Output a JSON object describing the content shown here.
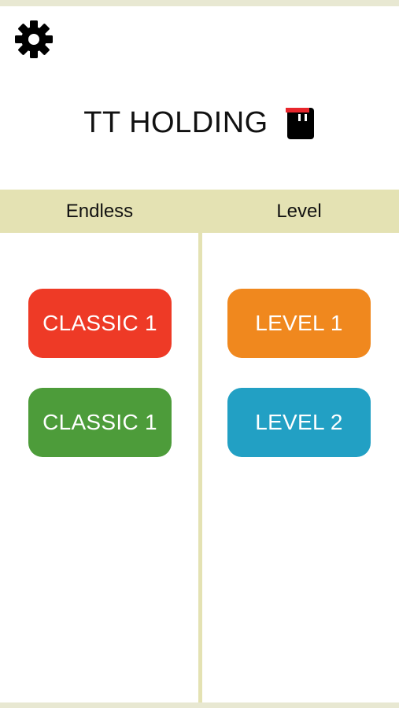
{
  "header": {
    "title": "TT HOLDING",
    "settings_icon": "gear-icon",
    "logo_icon": "black-tile-logo-icon"
  },
  "tabs": [
    {
      "label": "Endless"
    },
    {
      "label": "Level"
    }
  ],
  "endless": {
    "buttons": [
      {
        "label": "CLASSIC 1",
        "color": "#ee3a26"
      },
      {
        "label": "CLASSIC 1",
        "color": "#4d9c3a"
      }
    ]
  },
  "level": {
    "buttons": [
      {
        "label": "LEVEL 1",
        "color": "#f0881e"
      },
      {
        "label": "LEVEL 2",
        "color": "#22a0c4"
      }
    ]
  },
  "colors": {
    "tab_bar": "#e4e2b3",
    "strip": "#e8e8d2",
    "logo_accent": "#e8262c"
  }
}
